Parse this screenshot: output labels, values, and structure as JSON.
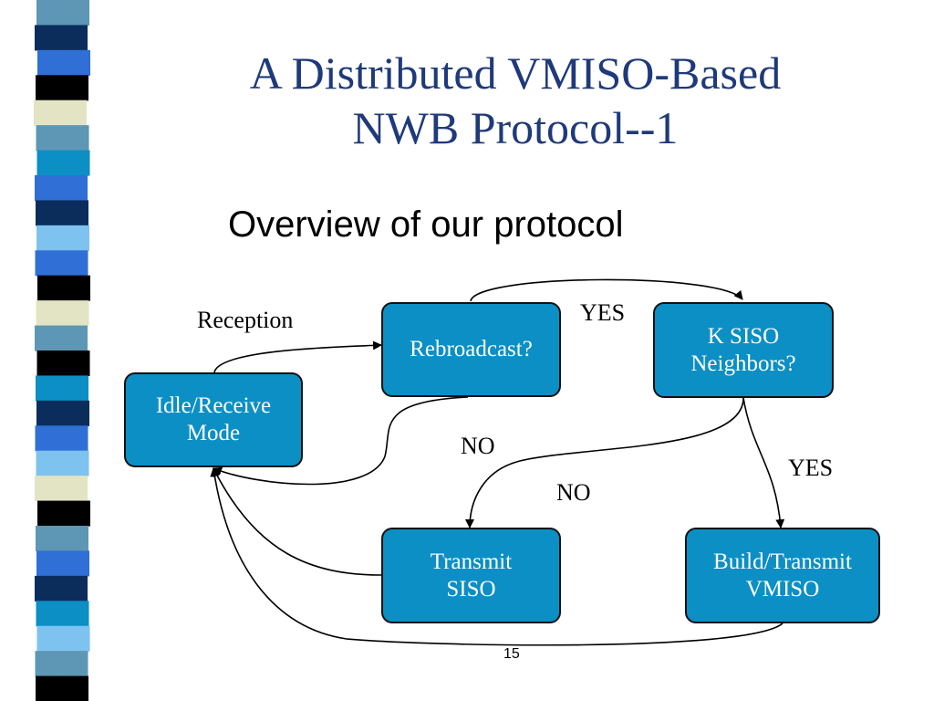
{
  "slide": {
    "title_line1": "A Distributed VMISO-Based",
    "title_line2": "NWB Protocol--1",
    "subtitle": "Overview of our protocol",
    "page_number": "15"
  },
  "nodes": {
    "idle": "Idle/Receive\nMode",
    "rebroadcast": "Rebroadcast?",
    "ksiso": "K SISO\nNeighbors?",
    "transmit_siso": "Transmit\nSISO",
    "build_vmiso": "Build/Transmit\nVMISO"
  },
  "edge_labels": {
    "reception": "Reception",
    "yes_top": "YES",
    "no_rebroadcast": "NO",
    "no_ksiso": "NO",
    "yes_right": "YES"
  },
  "colors": {
    "node_fill": "#0b8fc4",
    "title": "#1f3a7a",
    "stripe": [
      "#5e97b5",
      "#0a2d5c",
      "#2f6fd6",
      "#000000",
      "#e3e4c4",
      "#0b8fc4",
      "#7ec3ef"
    ]
  }
}
